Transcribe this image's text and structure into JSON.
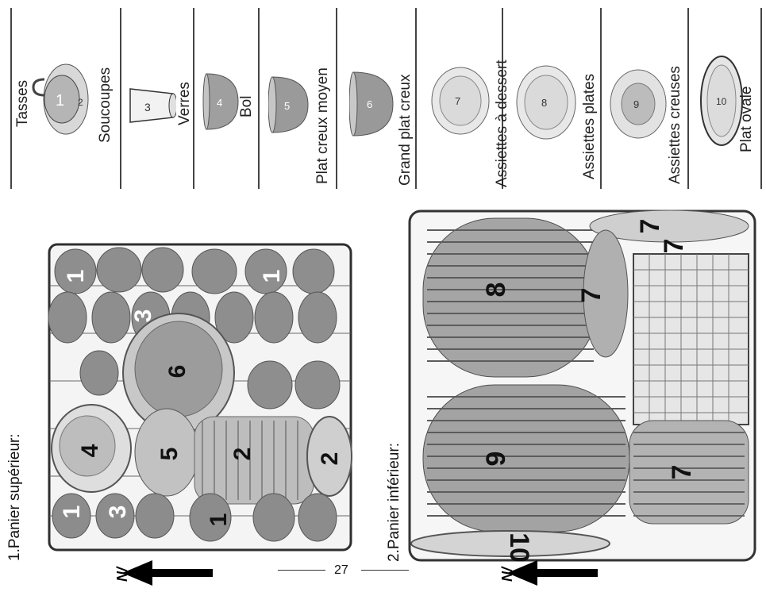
{
  "legend": [
    {
      "num": "1",
      "label": "Tasses"
    },
    {
      "num": "2",
      "label": "Soucoupes"
    },
    {
      "num": "3",
      "label": "Verres"
    },
    {
      "num": "4",
      "label": "Bol"
    },
    {
      "num": "5",
      "label": "Plat creux moyen"
    },
    {
      "num": "6",
      "label": "Grand plat creux"
    },
    {
      "num": "7",
      "label": "Assiettes à dessert"
    },
    {
      "num": "8",
      "label": "Assiettes plates"
    },
    {
      "num": "9",
      "label": "Assiettes creuses"
    },
    {
      "num": "10",
      "label": "Plat ovale"
    }
  ],
  "upper_basket": {
    "title": "1.Panier supérieur:",
    "labels": [
      "1",
      "1",
      "1",
      "3",
      "3",
      "4",
      "5",
      "6",
      "2",
      "2",
      "1"
    ]
  },
  "lower_basket": {
    "title": "2.Panier inférieur:",
    "labels": [
      "8",
      "9",
      "7",
      "7",
      "7",
      "7",
      "10"
    ]
  },
  "direction_label": "N/",
  "page_number": "27",
  "colors": {
    "dish": "#9e9e9e",
    "dish_dark": "#6f6f6f",
    "dish_light": "#d6d6d6",
    "rack": "#3a3a3a"
  }
}
